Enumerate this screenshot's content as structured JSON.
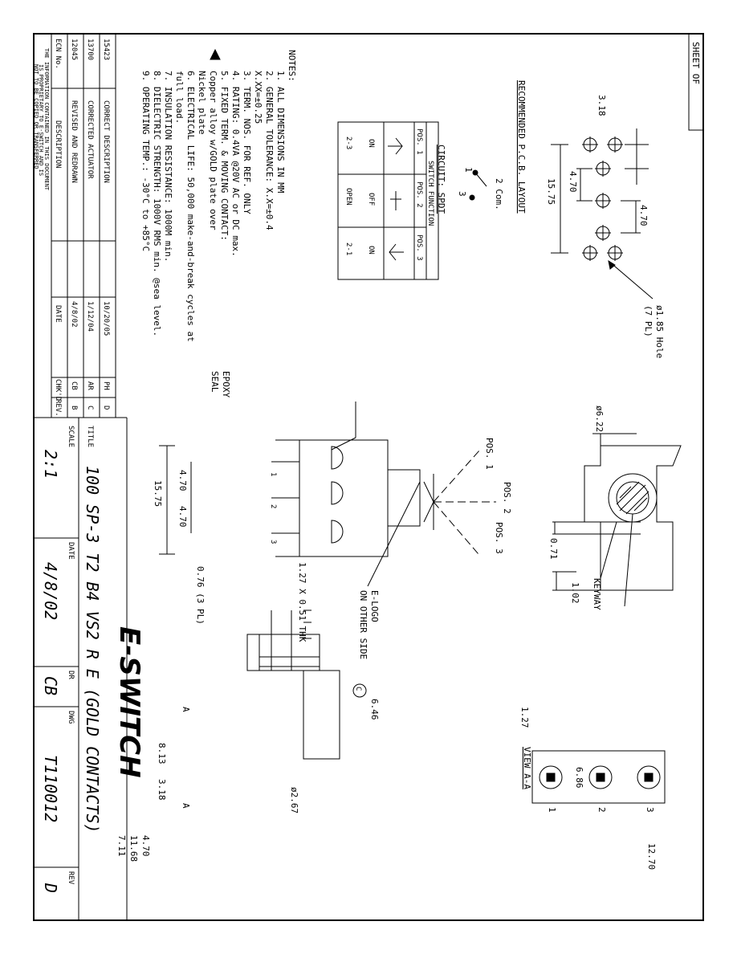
{
  "sheet_box": {
    "label": "SHEET   OF"
  },
  "pcb": {
    "title": "RECOMMENDED P.C.B. LAYOUT",
    "dim_top": "3.18",
    "dim_a": "4.70",
    "dim_b": "4.70",
    "dim_len": "15.75",
    "hole_note_1": "ø1.85 Hole",
    "hole_note_2": "(7 PL)"
  },
  "circuit": {
    "title": "CIRCUIT: SPDT",
    "com": "2 Com.",
    "t1": "1",
    "t3": "3"
  },
  "switch_function": {
    "title": "SWITCH FUNCTION",
    "headers": [
      "POS. 1",
      "POS. 2",
      "POS. 3"
    ],
    "row_state": [
      "ON",
      "OFF",
      "ON"
    ],
    "row_terms": [
      "2-3",
      "OPEN",
      "2-1"
    ]
  },
  "notes": {
    "heading": "NOTES:",
    "lines": [
      "1. ALL DIMENSIONS IN MM",
      "2. GENERAL TOLERANCE: X.X=±0.4",
      "   X.XX=±0.25",
      "3. TERM. NOS. FOR REF. ONLY",
      "4. RATING: 0.4VA @20V AC or DC max.",
      "5. FIXED TERM. & MOVING CONTACT:",
      "   Copper alloy w/GOLD plate over",
      "   Nickel plate",
      "6. ELECTRICAL LIFE: 50,000 make-and-break cycles at",
      "   full load.",
      "7. INSULATION RESISTANCE: 1000M min.",
      "8. DIELECTRIC STRENGTH: 1000V RMS min. @sea level.",
      "9. OPERATING TEMP.: -30°C to +85°C"
    ]
  },
  "revisions": {
    "rows": [
      {
        "rev": "D",
        "ecn": "15423",
        "desc": "CORRECT DESCRIPTION",
        "date": "10/20/05",
        "chkd": "PH"
      },
      {
        "rev": "C",
        "ecn": "13700",
        "desc": "CORRECTED ACTUATOR",
        "date": "1/12/04",
        "chkd": "AR"
      },
      {
        "rev": "B",
        "ecn": "12045",
        "desc": "REVISED AND REDRAWN",
        "date": "4/8/02",
        "chkd": "CB"
      }
    ],
    "header": {
      "rev": "REV.",
      "ecn": "ECN No.",
      "desc": "DESCRIPTION",
      "date": "DATE",
      "chkd": "CHK'D"
    },
    "disclaimer_1": "THE INFORMATION CONTAINED IN THIS DOCUMENT",
    "disclaimer_2": "IS PROPRIETARY TO E-SWITCH AND IS",
    "disclaimer_3": "NOT TO BE COPIED OR TRANSFERRED"
  },
  "side_view": {
    "pos1": "POS. 1",
    "pos2": "POS. 2",
    "pos3": "POS. 3",
    "epoxy_1": "EPOXY",
    "epoxy_2": "SEAL",
    "logo_1": "E-LOGO",
    "logo_2": "ON OTHER SIDE",
    "dim_a": "4.70",
    "dim_b": "4.70",
    "dim_len": "15.75",
    "term_dia": "0.76 (3 PL)",
    "t1": "1",
    "t2": "2",
    "t3": "3"
  },
  "top_view": {
    "dia": "ø6.22",
    "d071": "0.71",
    "d102": "1.02",
    "keyway": "KEYWAY"
  },
  "view_aa": {
    "title": "VIEW A-A",
    "d127": "1.27",
    "d686": "6.86",
    "d1270": "12.70",
    "t1": "1",
    "t2": "2",
    "t3": "3"
  },
  "front_view": {
    "thk": "1.27 X 0.51 THK",
    "d646": "6.46",
    "d267": "ø2.67",
    "d813": "8.13",
    "d318": "3.18",
    "d470": "4.70",
    "d1168": "11.68",
    "d711": "7.11",
    "sec_a": "A",
    "sec_c": "C"
  },
  "title_block": {
    "logo": "E-SWITCH",
    "title_label": "TITLE",
    "title": "100 SP-3 T2 B4 VS2 R E (GOLD CONTACTS)",
    "scale_label": "SCALE",
    "scale": "2:1",
    "date_label": "DATE",
    "date": "4/8/02",
    "dr_label": "DR",
    "dr": "CB",
    "dwg_label": "DWG",
    "dwg": "T110012",
    "rev_label": "REV",
    "rev": "D"
  }
}
